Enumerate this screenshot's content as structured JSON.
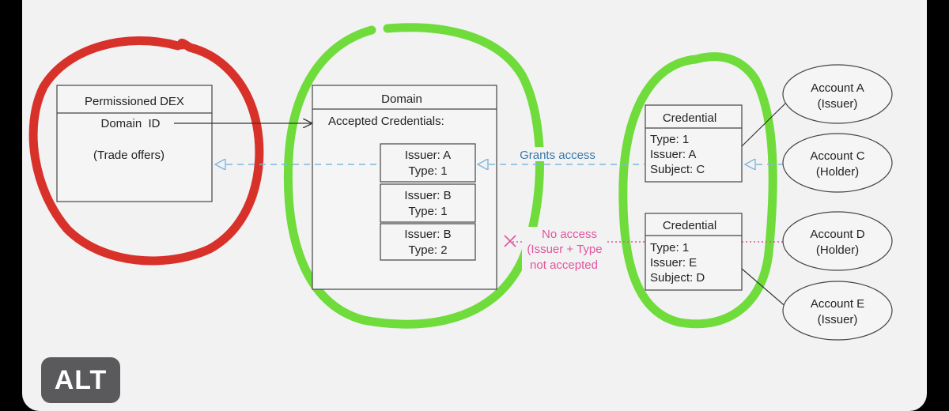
{
  "dex": {
    "title": "Permissioned DEX",
    "domain_id": "Domain  ID",
    "trade_offers": "(Trade offers)"
  },
  "domain": {
    "title": "Domain",
    "accepted_label": "Accepted Credentials:",
    "credentials": [
      {
        "issuer": "Issuer: A",
        "type": "Type: 1"
      },
      {
        "issuer": "Issuer: B",
        "type": "Type: 1"
      },
      {
        "issuer": "Issuer: B",
        "type": "Type: 2"
      }
    ]
  },
  "credential_1": {
    "title": "Credential",
    "type": "Type: 1",
    "issuer": "Issuer: A",
    "subject": "Subject: C"
  },
  "credential_2": {
    "title": "Credential",
    "type": "Type: 1",
    "issuer": "Issuer: E",
    "subject": "Subject: D"
  },
  "accounts": [
    {
      "name": "Account A",
      "role": "(Issuer)"
    },
    {
      "name": "Account C",
      "role": "(Holder)"
    },
    {
      "name": "Account D",
      "role": "(Holder)"
    },
    {
      "name": "Account E",
      "role": "(Issuer)"
    }
  ],
  "grants_access": "Grants access",
  "no_access": {
    "line1": "No access",
    "line2": "(Issuer + Type",
    "line3": "not accepted"
  },
  "alt_badge": "ALT",
  "colors": {
    "red_circle": "#d8312a",
    "green_circle": "#6fdc3c",
    "grant_line": "#7fb6dc",
    "grant_text": "#3a78a8",
    "deny_color": "#e0559c"
  }
}
